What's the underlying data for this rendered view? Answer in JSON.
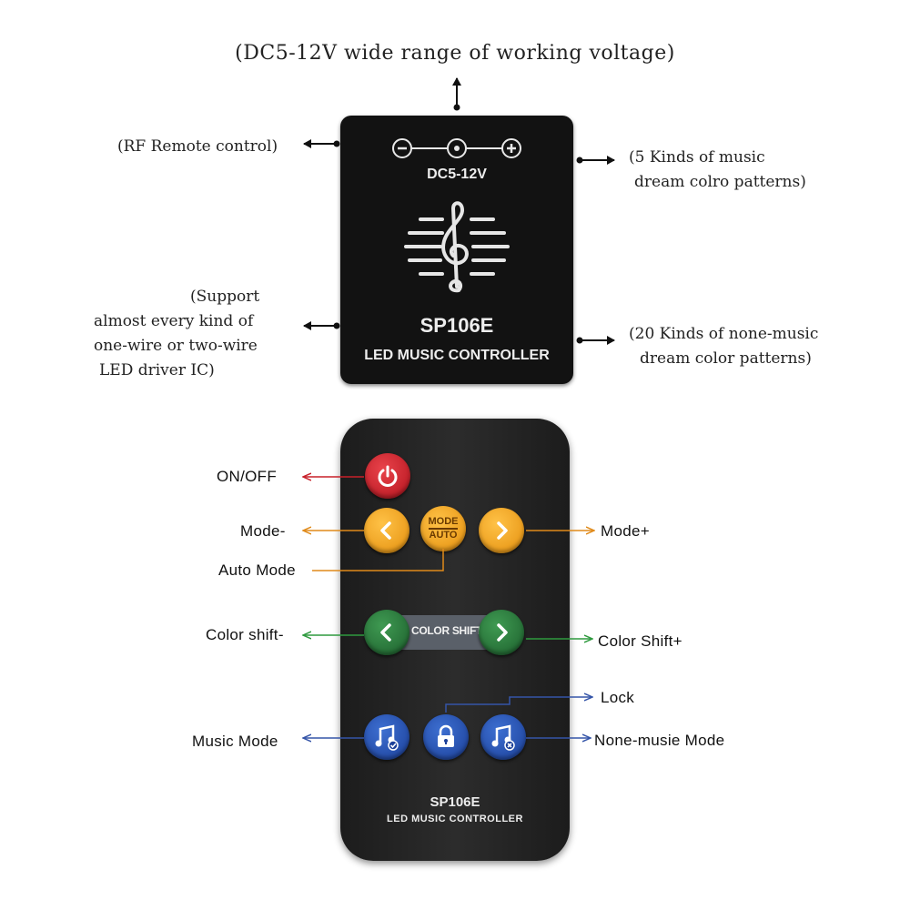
{
  "controller": {
    "voltage_label": "(DC5-12V wide range of working voltage)",
    "rf_label": "(RF Remote control)",
    "music_patterns_label": [
      "(5 Kinds of music",
      "dream colro patterns)"
    ],
    "support_label": [
      "(Support",
      "almost every kind of",
      "one-wire or two-wire",
      "LED driver IC)"
    ],
    "nonmusic_patterns_label": [
      "(20 Kinds of none-music",
      "dream color patterns)"
    ],
    "device_voltage": "DC5-12V",
    "device_model": "SP106E",
    "device_name": "LED MUSIC CONTROLLER"
  },
  "remote": {
    "labels": {
      "on_off": "ON/OFF",
      "mode_minus": "Mode-",
      "mode_plus": "Mode+",
      "auto_mode": "Auto Mode",
      "color_shift_minus": "Color shift-",
      "color_shift_plus": "Color Shift+",
      "lock": "Lock",
      "music_mode": "Music Mode",
      "none_music_mode": "None-musie Mode"
    },
    "mode_button_text": [
      "MODE",
      "AUTO"
    ],
    "color_shift_text": "COLOR SHIFT",
    "model": "SP106E",
    "name": "LED MUSIC CONTROLLER"
  },
  "colors": {
    "red_arrow": "#c8202a",
    "orange_arrow": "#e08a1a",
    "green_arrow": "#2e9a3e",
    "blue_arrow": "#3555a8"
  }
}
